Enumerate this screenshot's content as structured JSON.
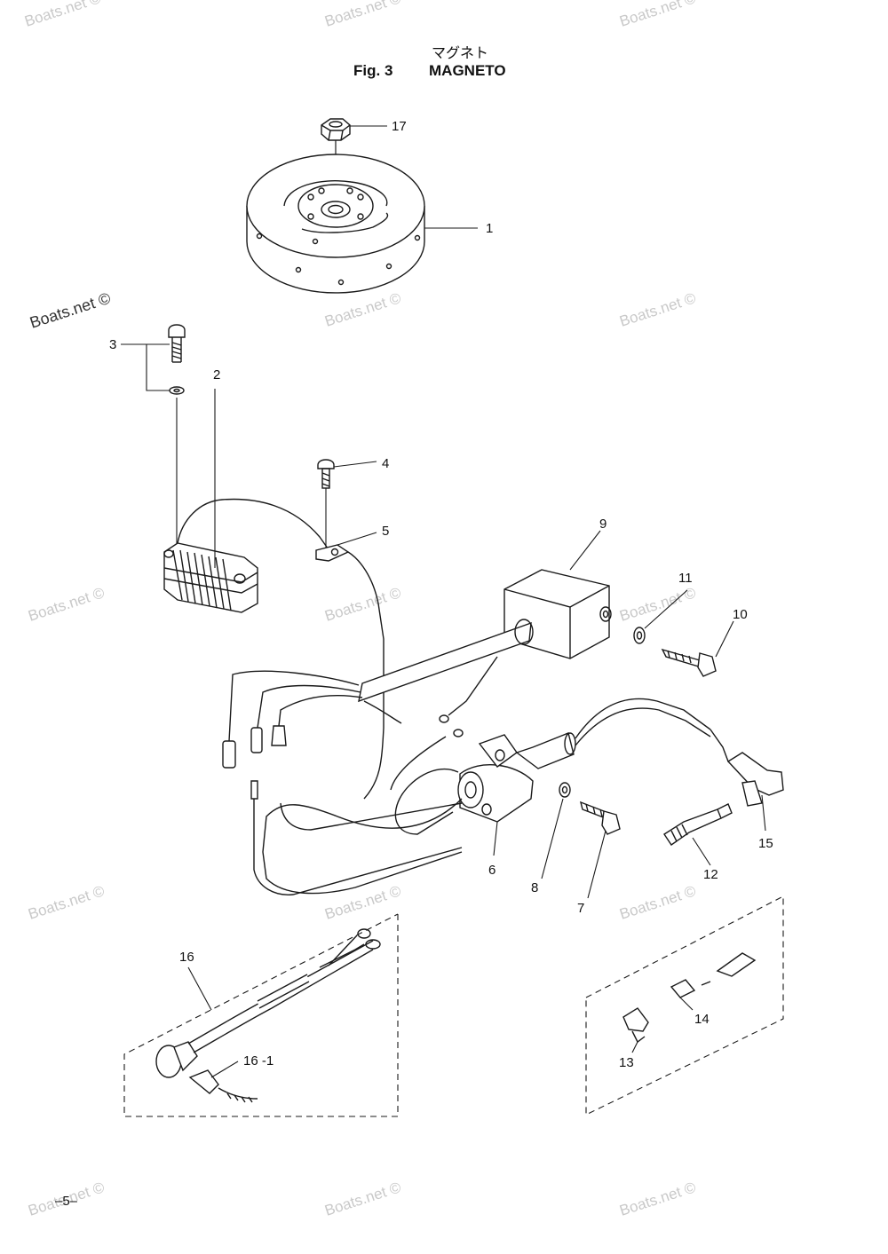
{
  "header": {
    "title_jp": "マグネト",
    "fig_number": "Fig. 3",
    "fig_name": "MAGNETO"
  },
  "watermark": {
    "text": "Boats.net ©"
  },
  "callouts": [
    {
      "id": "1",
      "label": "1"
    },
    {
      "id": "2",
      "label": "2"
    },
    {
      "id": "3",
      "label": "3"
    },
    {
      "id": "4",
      "label": "4"
    },
    {
      "id": "5",
      "label": "5"
    },
    {
      "id": "6",
      "label": "6"
    },
    {
      "id": "7",
      "label": "7"
    },
    {
      "id": "8",
      "label": "8"
    },
    {
      "id": "9",
      "label": "9"
    },
    {
      "id": "10",
      "label": "10"
    },
    {
      "id": "11",
      "label": "11"
    },
    {
      "id": "12",
      "label": "12"
    },
    {
      "id": "13",
      "label": "13"
    },
    {
      "id": "14",
      "label": "14"
    },
    {
      "id": "15",
      "label": "15"
    },
    {
      "id": "16",
      "label": "16"
    },
    {
      "id": "16-1",
      "label": "16 -1"
    },
    {
      "id": "17",
      "label": "17"
    }
  ],
  "footer": {
    "page_number": "–5–"
  }
}
